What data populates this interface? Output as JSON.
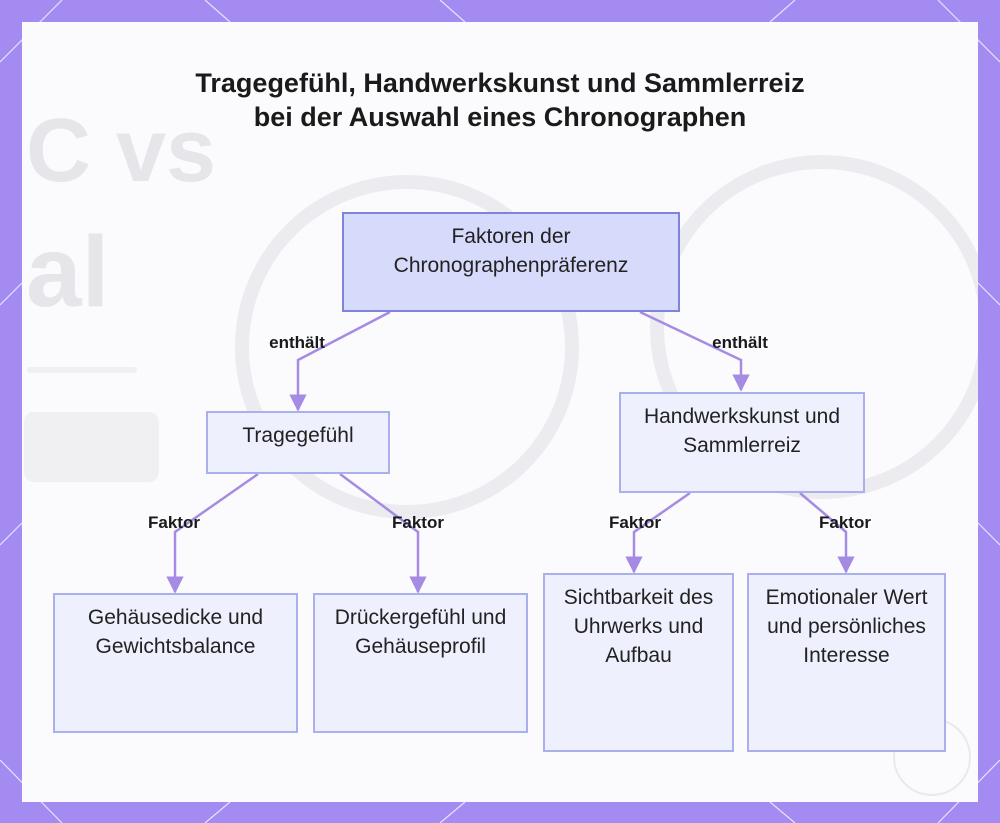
{
  "title": "Tragegefühl, Handwerkskunst und Sammlerreiz bei der Auswahl eines Chronographen",
  "nodes": {
    "root": "Faktoren der Chronographenpräferenz",
    "tragegefuehl": "Tragegefühl",
    "handwerkskunst": "Handwerkskunst und Sammlerreiz",
    "gehaeusedicke": "Gehäusedicke und Gewichtsbalance",
    "drueckergefuehl": "Drückergefühl und Gehäuseprofil",
    "sichtbarkeit": "Sichtbarkeit des Uhrwerks und Aufbau",
    "emotionaler_wert": "Emotionaler Wert und persönliches Interesse"
  },
  "edge_labels": {
    "root_to_tragegefuehl": "enthält",
    "root_to_handwerkskunst": "enthält",
    "tragegefuehl_to_gehaeusedicke": "Faktor",
    "tragegefuehl_to_drueckergefuehl": "Faktor",
    "handwerkskunst_to_sichtbarkeit": "Faktor",
    "handwerkskunst_to_emotionaler_wert": "Faktor"
  },
  "colors": {
    "frame": "#a38bf2",
    "edge": "#a58be3",
    "root_fill": "#d6dafb",
    "node_fill": "#eef0fd",
    "node_border": "#a9b0ec"
  }
}
